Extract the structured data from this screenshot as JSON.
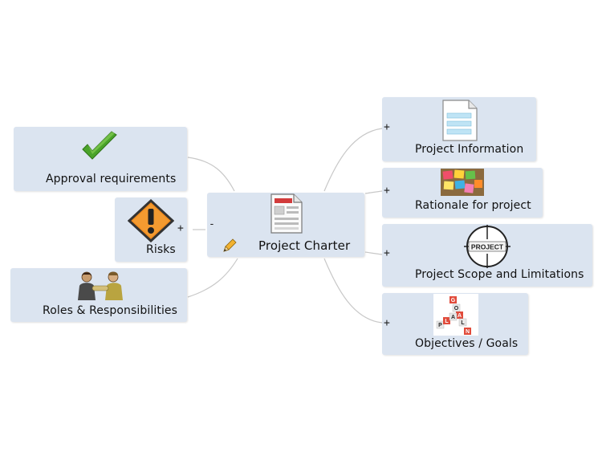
{
  "central": {
    "label": "Project Charter",
    "toggle": "-",
    "icon": "document-form-icon",
    "edit_icon": "pencil-icon"
  },
  "left_topics": [
    {
      "label": "Approval requirements",
      "icon": "checkmark-icon"
    },
    {
      "label": "Risks",
      "icon": "warning-icon",
      "toggle": "+"
    },
    {
      "label": "Roles & Responsibilities",
      "icon": "people-handshake-icon"
    }
  ],
  "right_topics": [
    {
      "label": "Project Information",
      "icon": "document-icon",
      "toggle": "+"
    },
    {
      "label": "Rationale for project",
      "icon": "sticky-notes-icon",
      "toggle": "+"
    },
    {
      "label": "Project Scope and Limitations",
      "icon": "project-crosshair-icon",
      "toggle": "+",
      "icon_text": "PROJECT"
    },
    {
      "label": "Objectives / Goals",
      "icon": "goal-plan-blocks-icon",
      "toggle": "+",
      "letters": [
        "G",
        "O",
        "A",
        "L",
        "P",
        "L",
        "A",
        "N"
      ]
    }
  ],
  "colors": {
    "node_bg": "#dbe4f0",
    "connector": "#c4c4c4",
    "text": "#111111"
  }
}
